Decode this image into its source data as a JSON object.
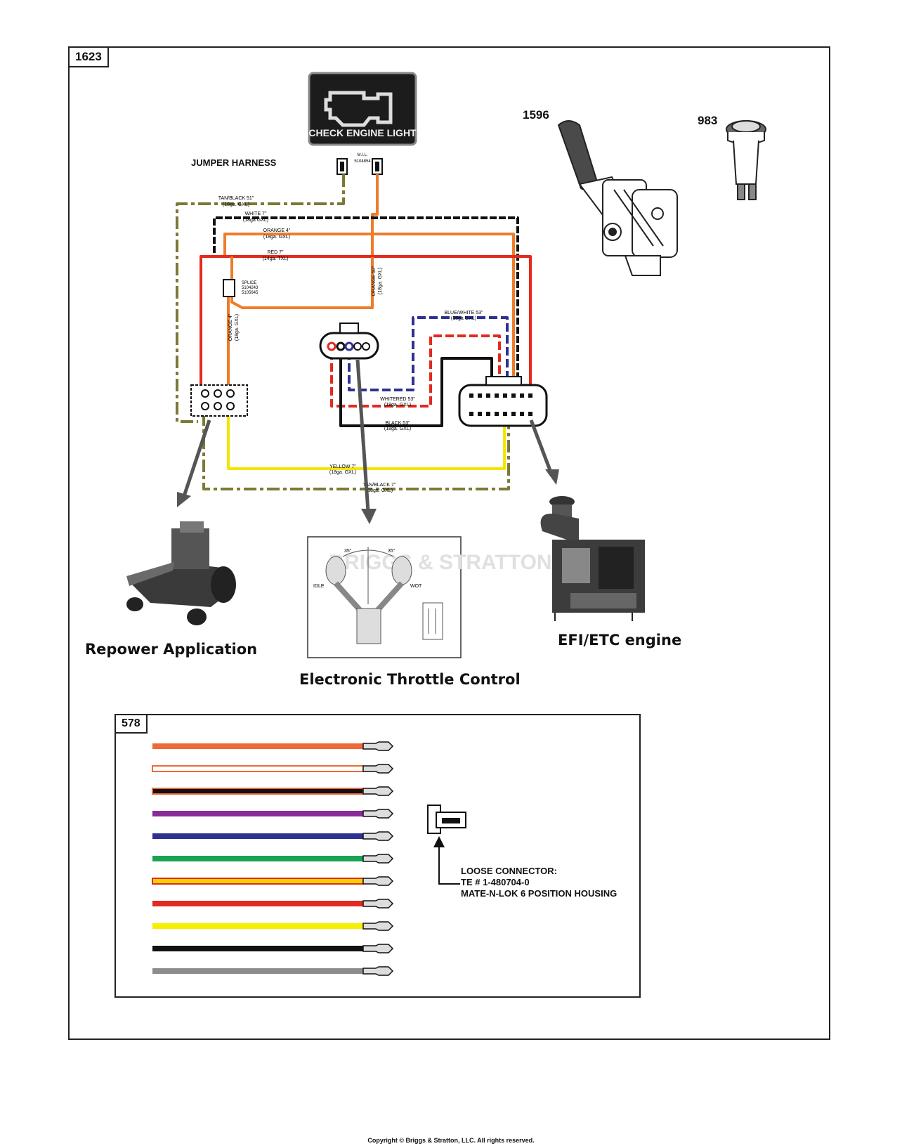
{
  "frame": {
    "id": "1623"
  },
  "parts": {
    "lever_id": "1596",
    "button_id": "983",
    "check_engine_text": "CHECK ENGINE LIGHT",
    "jumper_harness": "JUMPER HARNESS",
    "mil_label": "M.I.L.",
    "mil_part": "5104854"
  },
  "wires": {
    "tan_black_51": [
      "TAN/BLACK 51\"",
      "(18ga. GXL)"
    ],
    "white_7": [
      "WHITE 7\"",
      "(18ga GXL)"
    ],
    "orange_4_top": [
      "ORANGE 4\"",
      "(18ga. GXL)"
    ],
    "red_7": [
      "RED 7\"",
      "(14ga. TXL)"
    ],
    "splice": [
      "SPLICE",
      "5104243",
      "5105645"
    ],
    "orange_4_side": [
      "ORANGE 4\"",
      "(18ga. GXL)"
    ],
    "orange_50": [
      "ORANGE 50\"",
      "(18ga. GXL)"
    ],
    "blue_white_53": [
      "BLUE/WHITE 53\"",
      "(18ga GXL)"
    ],
    "white_red_53": [
      "WHITERED 53\"",
      "(18ga. GXL)"
    ],
    "black_53": [
      "BLACK 53\"",
      "(18ga. GXL)"
    ],
    "yellow_7": [
      "YELLOW 7\"",
      "(18ga. GXL)"
    ],
    "tan_black_7": [
      "TAN/BLACK 7\"",
      "(18ga. GXL)"
    ]
  },
  "throttle_detail": {
    "angle_left": "35°",
    "angle_right": "35°",
    "idle": "IDLE",
    "wot": "WOT",
    "watermark": "BRIGGS & STRATTON"
  },
  "captions": {
    "repower": "Repower Application",
    "etc": "Electronic Throttle Control",
    "engine": "EFI/ETC engine"
  },
  "kit": {
    "id": "578",
    "wire_colors": [
      {
        "base": "#ec6a3a",
        "stripe": null
      },
      {
        "base": "#ffffff",
        "stripe": "#ec6a3a"
      },
      {
        "base": "#111111",
        "stripe": "#ec6a3a"
      },
      {
        "base": "#8b2a9a",
        "stripe": null
      },
      {
        "base": "#2e3192",
        "stripe": null
      },
      {
        "base": "#1aa352",
        "stripe": null
      },
      {
        "base": "#f7d000",
        "stripe": "#e22a1e"
      },
      {
        "base": "#e22a1e",
        "stripe": null
      },
      {
        "base": "#f7ef00",
        "stripe": null
      },
      {
        "base": "#111111",
        "stripe": null
      },
      {
        "base": "#8c8c8c",
        "stripe": null
      }
    ],
    "loose_connector": [
      "LOOSE CONNECTOR:",
      "TE # 1-480704-0",
      "MATE-N-LOK 6 POSITION HOUSING"
    ]
  },
  "footer": "Copyright © Briggs & Stratton, LLC. All rights reserved."
}
